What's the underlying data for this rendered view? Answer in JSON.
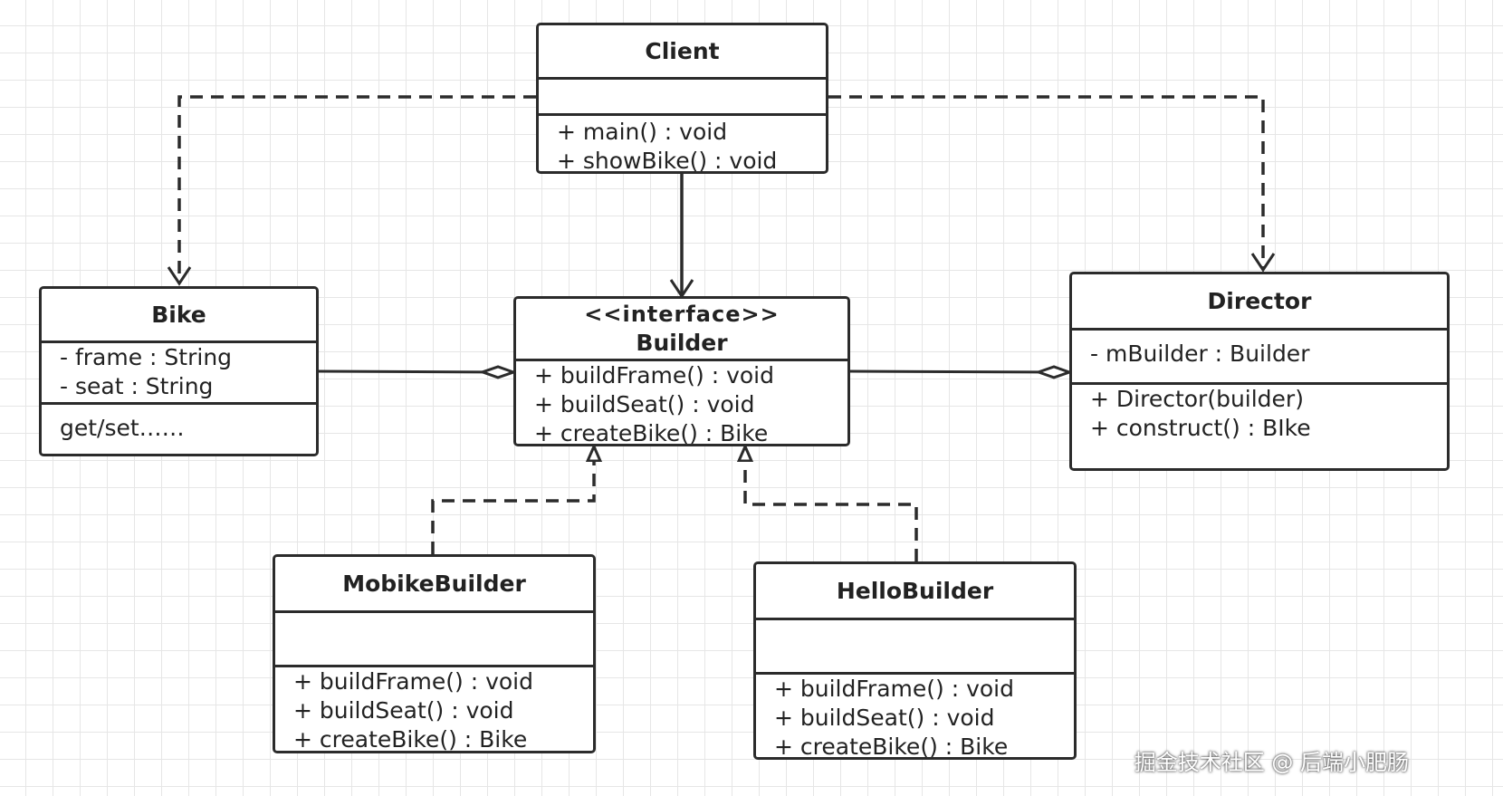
{
  "classes": {
    "client": {
      "name": "Client",
      "attributes": [],
      "methods": [
        "+ main() : void",
        "+ showBike() : void"
      ]
    },
    "bike": {
      "name": "Bike",
      "attributes": [
        "- frame : String",
        "- seat : String"
      ],
      "methods": [
        "get/set……"
      ]
    },
    "builder": {
      "stereotype": "<<interface>>",
      "name": "Builder",
      "methods": [
        "+ buildFrame() : void",
        "+ buildSeat() : void",
        "+ createBike() : Bike"
      ]
    },
    "director": {
      "name": "Director",
      "attributes": [
        "- mBuilder : Builder"
      ],
      "methods": [
        "+ Director(builder)",
        "+ construct() : BIke"
      ]
    },
    "mobike_builder": {
      "name": "MobikeBuilder",
      "attributes": [],
      "methods": [
        "+ buildFrame() : void",
        "+ buildSeat() : void",
        "+ createBike() : Bike"
      ]
    },
    "hello_builder": {
      "name": "HelloBuilder",
      "attributes": [],
      "methods": [
        "+ buildFrame() : void",
        "+ buildSeat() : void",
        "+ createBike() : Bike"
      ]
    }
  },
  "relations": [
    {
      "from": "Client",
      "to": "Bike",
      "kind": "dependency"
    },
    {
      "from": "Client",
      "to": "Director",
      "kind": "dependency"
    },
    {
      "from": "Client",
      "to": "Builder",
      "kind": "association"
    },
    {
      "from": "Bike",
      "to": "Builder",
      "kind": "aggregation"
    },
    {
      "from": "Builder",
      "to": "Director",
      "kind": "aggregation"
    },
    {
      "from": "MobikeBuilder",
      "to": "Builder",
      "kind": "realization"
    },
    {
      "from": "HelloBuilder",
      "to": "Builder",
      "kind": "realization"
    }
  ],
  "watermark": "掘金技术社区 @ 后端小肥肠",
  "colors": {
    "line": "#2b2b2b",
    "grid": "#e6e6e6",
    "background": "#ffffff"
  }
}
